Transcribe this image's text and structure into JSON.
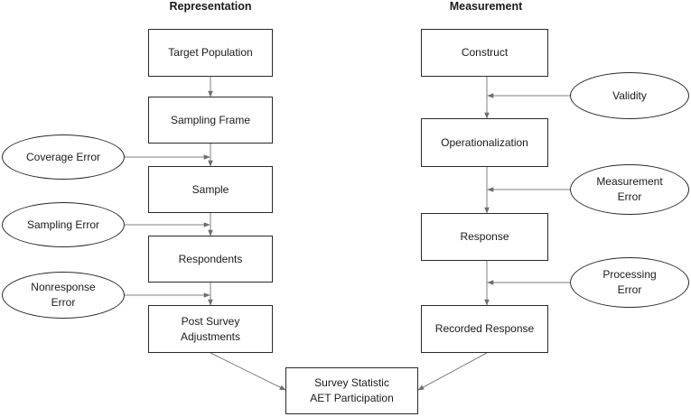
{
  "headers": {
    "representation": "Representation",
    "measurement": "Measurement"
  },
  "representation": {
    "target_population": "Target Population",
    "sampling_frame": "Sampling Frame",
    "sample": "Sample",
    "respondents": "Respondents",
    "post_survey": [
      "Post Survey",
      "Adjustments"
    ]
  },
  "representation_errors": {
    "coverage": "Coverage Error",
    "sampling": "Sampling Error",
    "nonresponse": [
      "Nonresponse",
      "Error"
    ]
  },
  "measurement": {
    "construct": "Construct",
    "operationalization": "Operationalization",
    "response": "Response",
    "recorded_response": "Recorded Response"
  },
  "measurement_errors": {
    "validity": "Validity",
    "measurement": [
      "Measurement",
      "Error"
    ],
    "processing": [
      "Processing",
      "Error"
    ]
  },
  "outcome": [
    "Survey Statistic",
    "AET Participation"
  ],
  "colors": {
    "line": "#7f7f7f",
    "border": "#2a2a2a"
  }
}
